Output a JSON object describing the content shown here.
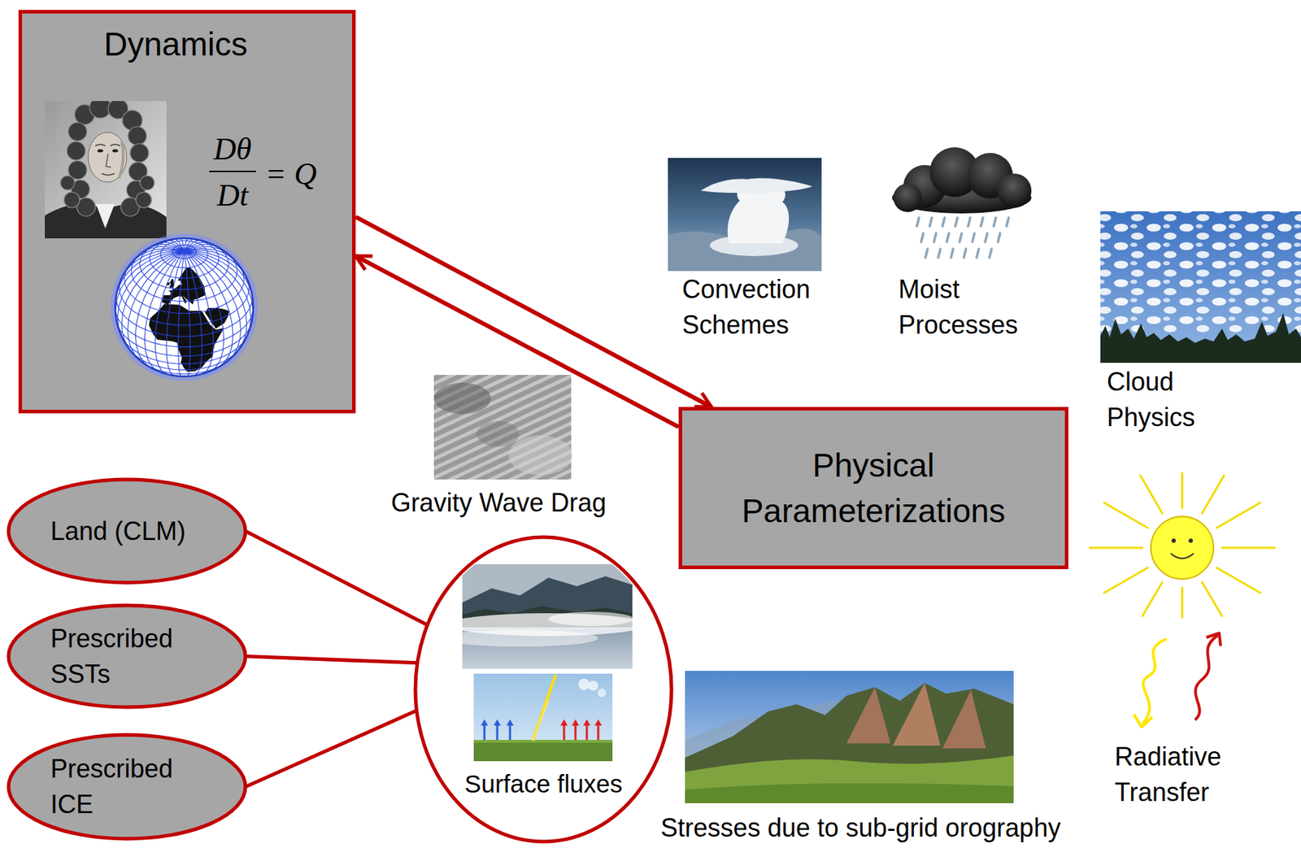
{
  "diagram": {
    "nodes": [
      {
        "text": [
          "Dynamics",
          "Dθ",
          "Dt",
          "= Q"
        ]
      },
      {
        "text": [
          "Physical Parameterizations"
        ]
      },
      {
        "text": [
          "Land (CLM)"
        ]
      },
      {
        "text": [
          "Prescribed SSTs"
        ]
      },
      {
        "text": [
          "Prescribed ICE"
        ]
      },
      {
        "text": [
          "Surface fluxes"
        ]
      }
    ],
    "edges": [
      {
        "from": 0,
        "to": 1,
        "arrow": "to"
      },
      {
        "from": 1,
        "to": 0,
        "arrow": "to"
      },
      {
        "from": 2,
        "to": 5,
        "arrow": "none"
      },
      {
        "from": 3,
        "to": 5,
        "arrow": "none"
      },
      {
        "from": 4,
        "to": 5,
        "arrow": "none"
      }
    ],
    "labels": [
      "Convection Schemes",
      "Moist Processes",
      "Cloud Physics",
      "Gravity Wave Drag",
      "Stresses due to sub-grid orography",
      "Radiative Transfer"
    ]
  }
}
